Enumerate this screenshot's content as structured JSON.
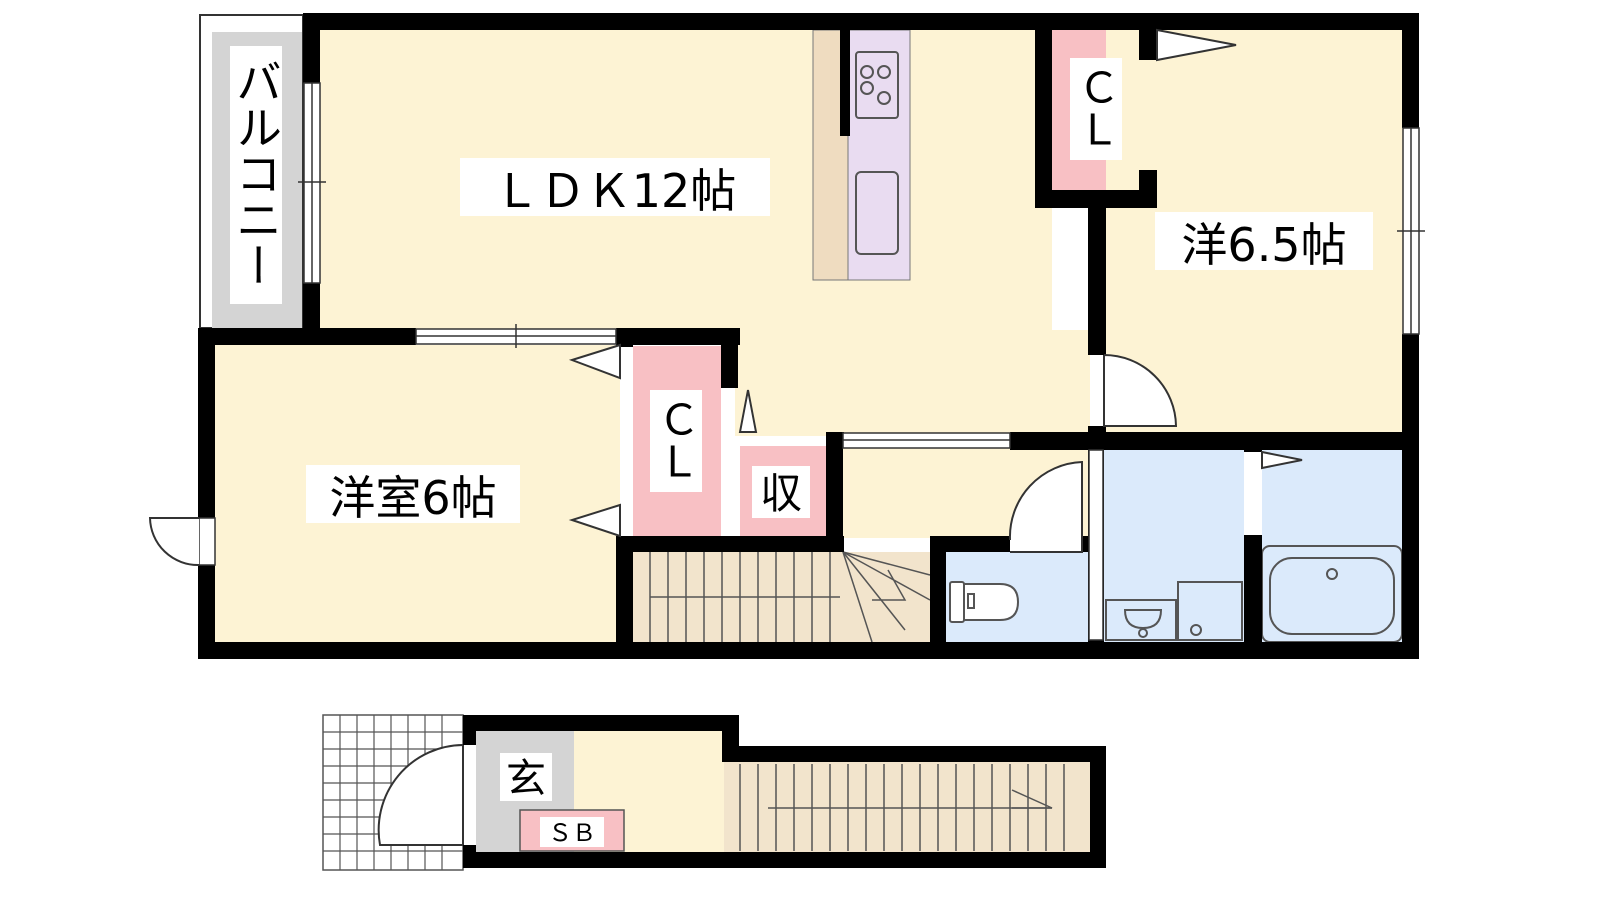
{
  "floor_plan": {
    "rooms": {
      "ldk": "ＬＤＫ12帖",
      "western_65": "洋6.5帖",
      "western_6": "洋室6帖",
      "balcony": "バルコニー",
      "closet_upper": "ＣＬ",
      "closet_left": "ＣＬ",
      "storage": "収",
      "entrance": "玄",
      "shoe_box": "ＳＢ"
    },
    "colors": {
      "room_floor": "#fdf3d4",
      "closet": "#f8c0c4",
      "kitchen": "#e9dcf1",
      "kitchen_counter": "#efdcc0",
      "wet_area": "#dbeafb",
      "balcony": "#d4d4d4",
      "wall": "#000000",
      "stairs": "#f2e4cc"
    }
  }
}
